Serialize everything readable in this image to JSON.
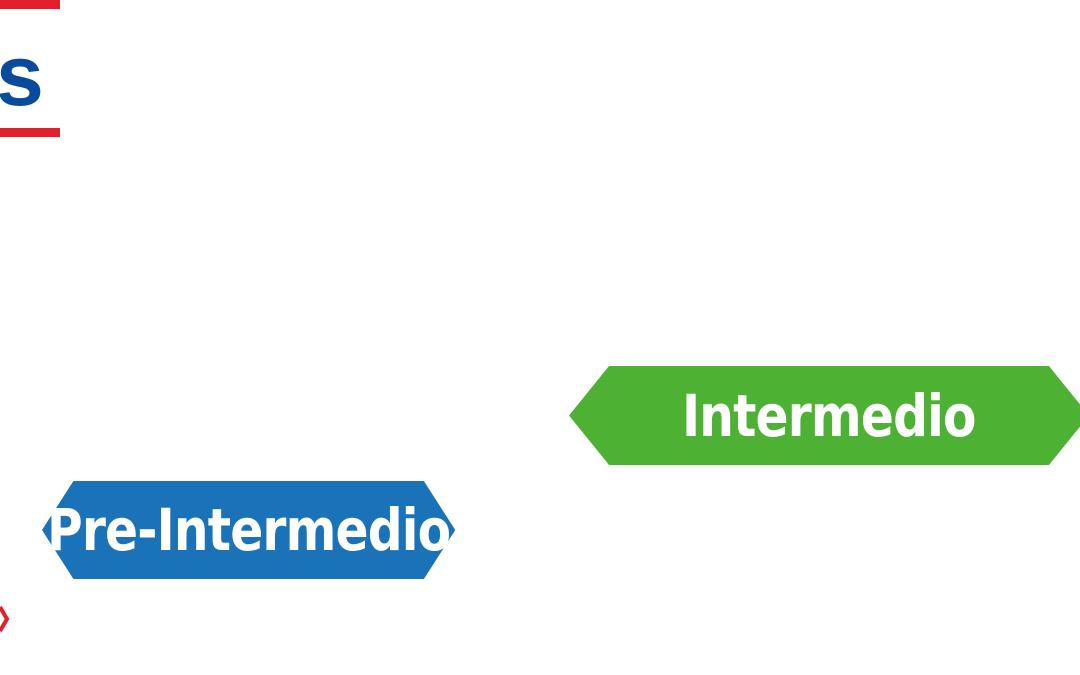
{
  "logo": {
    "visible_letter": "s",
    "color_blue": "#0a4a9c",
    "color_red": "#e2202b"
  },
  "levels": [
    {
      "label": "Pre-Intermedio",
      "color": "#1a73b8"
    },
    {
      "label": "Intermedio",
      "color": "#4db234"
    }
  ]
}
